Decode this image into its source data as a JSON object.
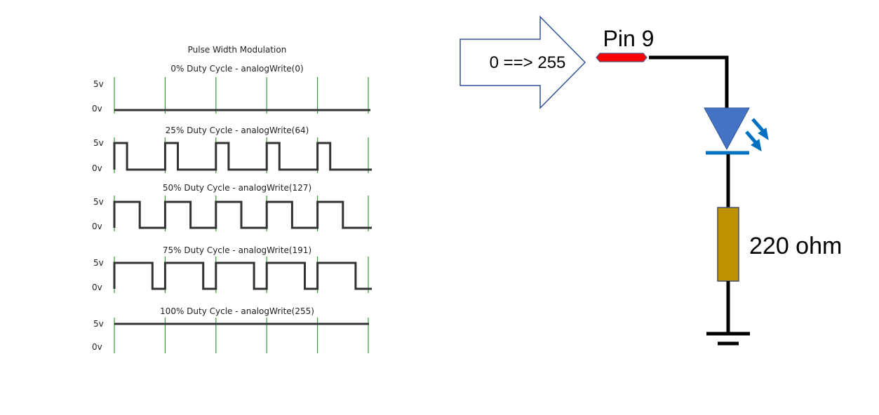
{
  "pwm": {
    "title": "Pulse Width Modulation",
    "axis_high": "5v",
    "axis_low": "0v",
    "periods": 5,
    "rows": [
      {
        "label": "0% Duty Cycle - analogWrite(0)",
        "duty": 0
      },
      {
        "label": "25% Duty Cycle - analogWrite(64)",
        "duty": 0.25
      },
      {
        "label": "50% Duty Cycle - analogWrite(127)",
        "duty": 0.5
      },
      {
        "label": "75% Duty Cycle - analogWrite(191)",
        "duty": 0.75
      },
      {
        "label": "100% Duty Cycle - analogWrite(255)",
        "duty": 1
      }
    ],
    "colors": {
      "signal": "#333333",
      "gridline": "#3a9a3a"
    }
  },
  "circuit": {
    "input_arrow_label": "0 ==> 255",
    "pin_label": "Pin 9",
    "resistor_label": "220 ohm",
    "colors": {
      "pin": "#ff0000",
      "led": "#4472c4",
      "led_light": "#0070c0",
      "resistor": "#bf9000",
      "wire": "#000000",
      "arrow_outline": "#2f5597"
    }
  }
}
